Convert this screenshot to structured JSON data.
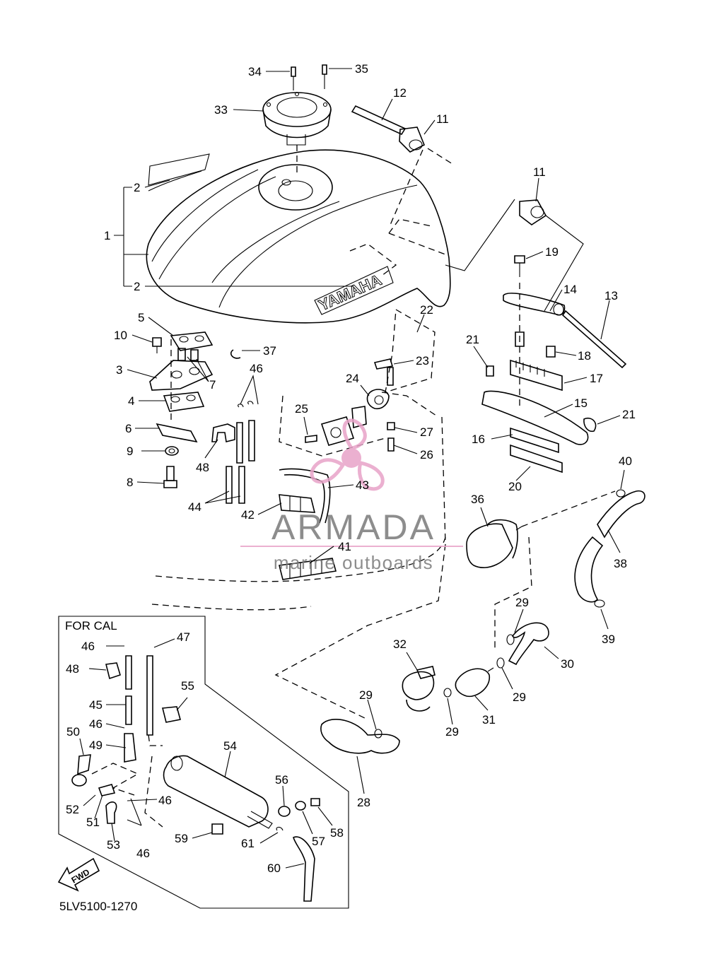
{
  "diagram_code": "5LV5100-1270",
  "box_title": "FOR CAL",
  "fwd_label": "FWD",
  "tank_brand": "YAMAHA",
  "watermark": {
    "brand": "ARMADA",
    "tagline": "marine outboards",
    "accent_color": "#e8a3c8",
    "text_color": "#7a7a7a"
  },
  "callouts": [
    {
      "id": "c34",
      "text": "34"
    },
    {
      "id": "c35",
      "text": "35"
    },
    {
      "id": "c33",
      "text": "33"
    },
    {
      "id": "c12",
      "text": "12"
    },
    {
      "id": "c11a",
      "text": "11"
    },
    {
      "id": "c11b",
      "text": "11"
    },
    {
      "id": "c1",
      "text": "1"
    },
    {
      "id": "c2a",
      "text": "2"
    },
    {
      "id": "c2b",
      "text": "2"
    },
    {
      "id": "c19",
      "text": "19"
    },
    {
      "id": "c14",
      "text": "14"
    },
    {
      "id": "c13",
      "text": "13"
    },
    {
      "id": "c5",
      "text": "5"
    },
    {
      "id": "c10",
      "text": "10"
    },
    {
      "id": "c3",
      "text": "3"
    },
    {
      "id": "c7",
      "text": "7"
    },
    {
      "id": "c4",
      "text": "4"
    },
    {
      "id": "c6",
      "text": "6"
    },
    {
      "id": "c9",
      "text": "9"
    },
    {
      "id": "c8",
      "text": "8"
    },
    {
      "id": "c37",
      "text": "37"
    },
    {
      "id": "c46a",
      "text": "46"
    },
    {
      "id": "c22",
      "text": "22"
    },
    {
      "id": "c23",
      "text": "23"
    },
    {
      "id": "c24",
      "text": "24"
    },
    {
      "id": "c25",
      "text": "25"
    },
    {
      "id": "c27",
      "text": "27"
    },
    {
      "id": "c26",
      "text": "26"
    },
    {
      "id": "c48a",
      "text": "48"
    },
    {
      "id": "c44",
      "text": "44"
    },
    {
      "id": "c43",
      "text": "43"
    },
    {
      "id": "c42",
      "text": "42"
    },
    {
      "id": "c41",
      "text": "41"
    },
    {
      "id": "c21a",
      "text": "21"
    },
    {
      "id": "c18",
      "text": "18"
    },
    {
      "id": "c17",
      "text": "17"
    },
    {
      "id": "c15",
      "text": "15"
    },
    {
      "id": "c21b",
      "text": "21"
    },
    {
      "id": "c16",
      "text": "16"
    },
    {
      "id": "c20",
      "text": "20"
    },
    {
      "id": "c40",
      "text": "40"
    },
    {
      "id": "c36",
      "text": "36"
    },
    {
      "id": "c38",
      "text": "38"
    },
    {
      "id": "c39",
      "text": "39"
    },
    {
      "id": "c29a",
      "text": "29"
    },
    {
      "id": "c30",
      "text": "30"
    },
    {
      "id": "c32",
      "text": "32"
    },
    {
      "id": "c29b",
      "text": "29"
    },
    {
      "id": "c29c",
      "text": "29"
    },
    {
      "id": "c29d",
      "text": "29"
    },
    {
      "id": "c31",
      "text": "31"
    },
    {
      "id": "c28",
      "text": "28"
    },
    {
      "id": "c46b",
      "text": "46"
    },
    {
      "id": "c47",
      "text": "47"
    },
    {
      "id": "c48b",
      "text": "48"
    },
    {
      "id": "c55",
      "text": "55"
    },
    {
      "id": "c45",
      "text": "45"
    },
    {
      "id": "c46c",
      "text": "46"
    },
    {
      "id": "c50",
      "text": "50"
    },
    {
      "id": "c49",
      "text": "49"
    },
    {
      "id": "c54",
      "text": "54"
    },
    {
      "id": "c52",
      "text": "52"
    },
    {
      "id": "c51",
      "text": "51"
    },
    {
      "id": "c46d",
      "text": "46"
    },
    {
      "id": "c53",
      "text": "53"
    },
    {
      "id": "c46e",
      "text": "46"
    },
    {
      "id": "c56",
      "text": "56"
    },
    {
      "id": "c57",
      "text": "57"
    },
    {
      "id": "c58",
      "text": "58"
    },
    {
      "id": "c59",
      "text": "59"
    },
    {
      "id": "c61",
      "text": "61"
    },
    {
      "id": "c60",
      "text": "60"
    }
  ]
}
